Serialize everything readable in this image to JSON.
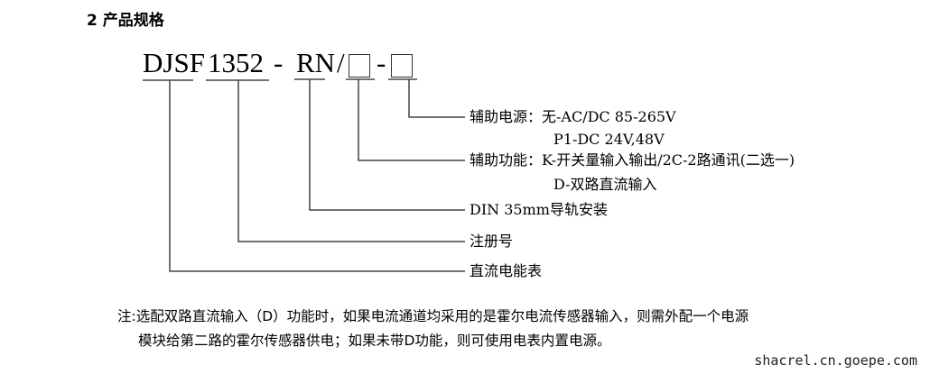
{
  "section_title": "2 产品规格",
  "model": {
    "prefix": "DJSF",
    "number": "1352",
    "dash": "-",
    "suffix": "RN",
    "slash": "/",
    "dash2": "-"
  },
  "labels": {
    "aux_power": "辅助电源：无-AC/DC 85-265V",
    "aux_power_2": "P1-DC 24V,48V",
    "aux_func": "辅助功能：K-开关量输入输出/2C-2路通讯(二选一)",
    "aux_func_2": "D-双路直流输入",
    "mount": "DIN 35mm导轨安装",
    "reg": "注册号",
    "type": "直流电能表"
  },
  "note": {
    "line1": "注:选配双路直流输入（D）功能时，如果电流通道均采用的是霍尔电流传感器输入，则需外配一个电源",
    "line2": "模块给第二路的霍尔传感器供电；如果未带D功能，则可使用电表内置电源。"
  },
  "watermark": "shacrel.cn.goepe.com"
}
